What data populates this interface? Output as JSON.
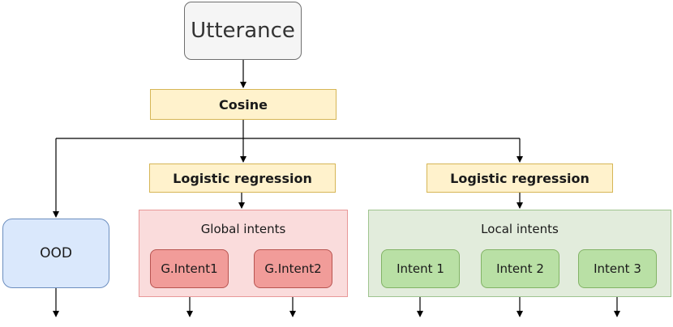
{
  "nodes": {
    "utterance": "Utterance",
    "cosine": "Cosine",
    "logistic_global": "Logistic regression",
    "logistic_local": "Logistic regression",
    "ood": "OOD"
  },
  "global_group": {
    "title": "Global intents",
    "items": [
      "G.Intent1",
      "G.Intent2"
    ]
  },
  "local_group": {
    "title": "Local intents",
    "items": [
      "Intent 1",
      "Intent 2",
      "Intent 3"
    ]
  },
  "colors": {
    "utterance_fill": "#f5f5f5",
    "rule_fill": "#fff2cc",
    "rule_stroke": "#d6b656",
    "ood_fill": "#dae8fc",
    "ood_stroke": "#6c8ebf",
    "global_fill": "#fadcdc",
    "global_item_fill": "#f19c99",
    "local_fill": "#e2ecdc",
    "local_item_fill": "#b9e0a5",
    "edge": "#000000"
  }
}
